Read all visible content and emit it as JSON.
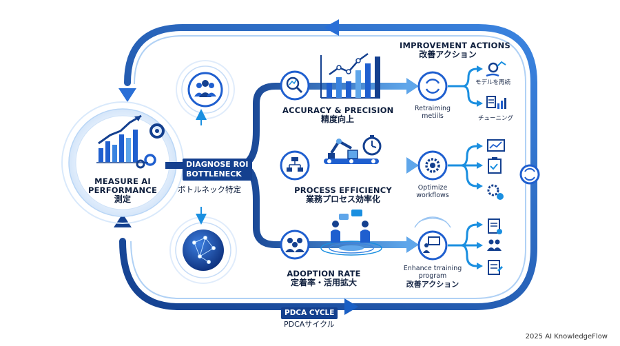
{
  "measure": {
    "title_en": "MEASURE AI PERFORMANCE",
    "title_line1": "MEASURE AI",
    "title_line2": "PERFORMANCE",
    "title_jp": "測定"
  },
  "diagnose": {
    "title_line1": "DIAGNOSE ROI",
    "title_line2": "BOTTLENECK",
    "title_jp": "ボトルネック特定"
  },
  "branches": [
    {
      "title_en": "ACCURACY & PRECISION",
      "title_jp": "精度向上",
      "action": "Retraiming metiils",
      "action_line1": "Retraiming",
      "action_line2": "metiils",
      "outputs": [
        "モデルを再続",
        "チューニング"
      ]
    },
    {
      "title_en": "PROCESS EFFICIENCY",
      "title_jp": "業務プロセス効率化",
      "action_line1": "Optimize",
      "action_line2": "workflows",
      "outputs": [
        "",
        "",
        ""
      ]
    },
    {
      "title_en": "ADOPTION RATE",
      "title_jp": "定着率・活用拡大",
      "action_line1": "Enhance trraining",
      "action_line2": "program",
      "action_jp": "改善アクション",
      "outputs": [
        "",
        "",
        ""
      ]
    }
  ],
  "improvement": {
    "title_en": "IMPROVEMENT ACTIONS",
    "title_jp": "改善アクション"
  },
  "cycle": {
    "title_en": "PDCA CYCLE",
    "title_jp": "PDCAサイクル"
  },
  "footer": {
    "credit": "2025 AI KnowledgeFlow"
  },
  "colors": {
    "primary": "#1f5fcf",
    "dark": "#14408f",
    "light": "#5fa6ea",
    "accent": "#1a8fe0"
  },
  "icons": [
    "users-icon",
    "network-icon",
    "chart-gear-icon",
    "magnifier-chart-icon",
    "flowchart-icon",
    "team-icon",
    "refresh-icon",
    "gear-icon",
    "teacher-icon",
    "robot-arm-icon",
    "stopwatch-icon",
    "meeting-icon",
    "cycle-icon"
  ]
}
